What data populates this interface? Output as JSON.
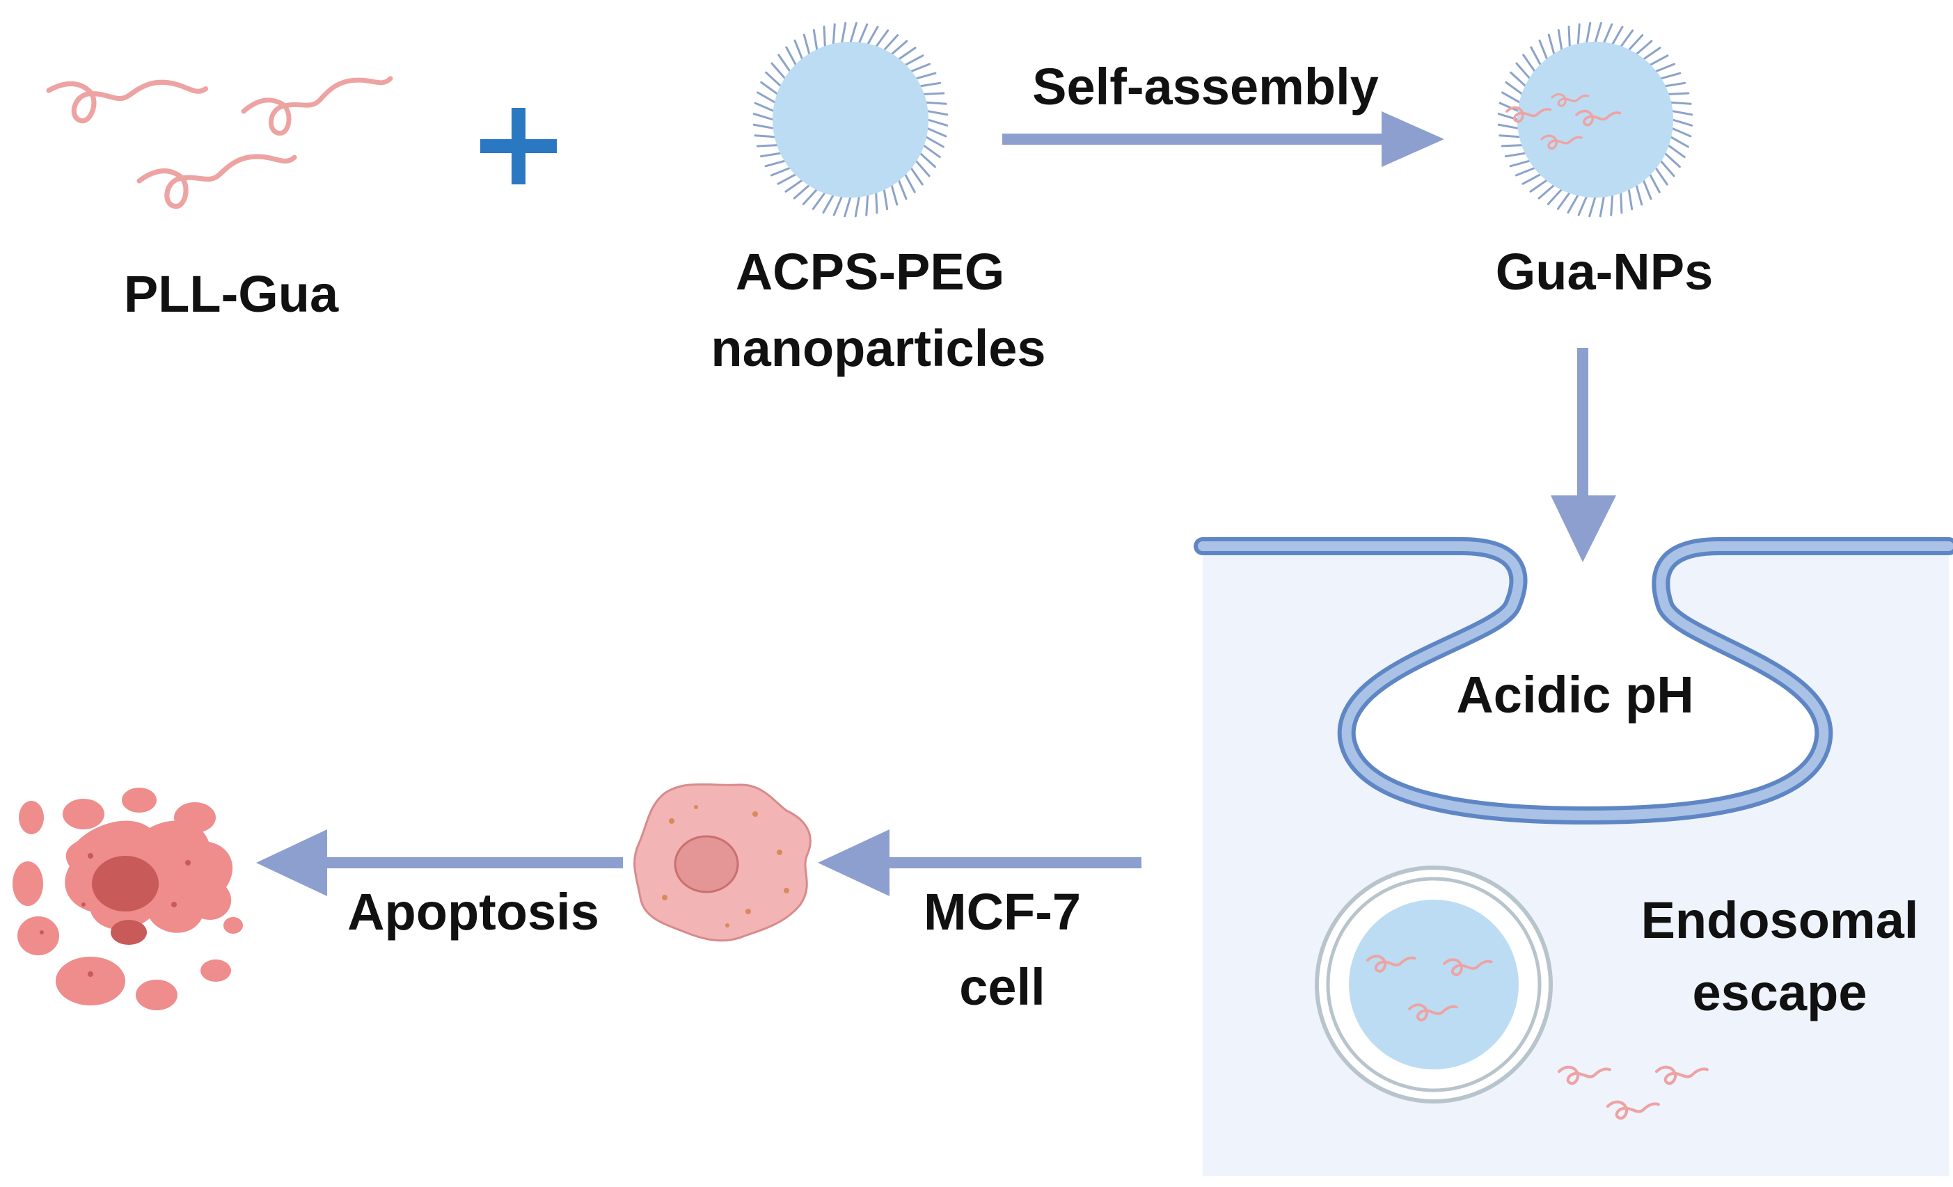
{
  "labels": {
    "pll_gua": "PLL-Gua",
    "acps_peg_line1": "ACPS-PEG",
    "acps_peg_line2": "nanoparticles",
    "self_assembly": "Self-assembly",
    "gua_nps": "Gua-NPs",
    "acidic_ph": "Acidic pH",
    "endosomal_line1": "Endosomal",
    "endosomal_line2": "escape",
    "mcf7_line1": "MCF-7",
    "mcf7_line2": "cell",
    "apoptosis": "Apoptosis"
  },
  "colors": {
    "arrow": "#8c9fcf",
    "plus": "#2b78c2",
    "polymer": "#eea3a3",
    "nanoparticle": "#bcdcf3",
    "ligand": "#8ca3c9",
    "membrane_fill": "#a9c2e6",
    "membrane_stroke": "#5f86c4",
    "cell_interior": "#eef3fc",
    "cell": "#f2b4b4",
    "apoptotic": "#ef8c8c"
  }
}
